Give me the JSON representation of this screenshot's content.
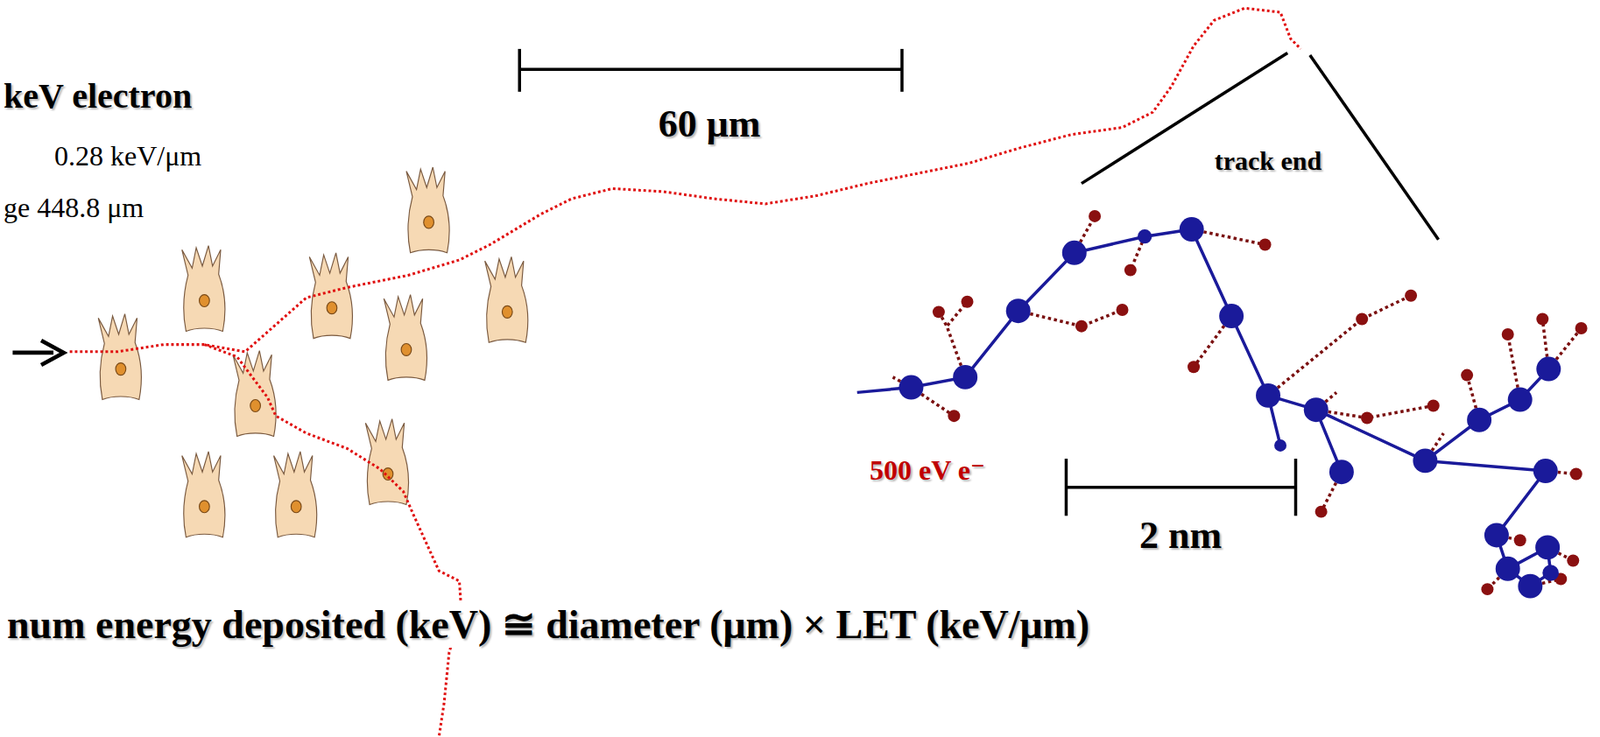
{
  "diagram": {
    "labels": [
      "keV electron",
      "0.28 keV/μm",
      "ge 448.8 μm",
      "60 μm",
      "track end",
      "500 eV e⁻",
      "2 nm",
      "num energy deposited (keV) ≅ diameter (μm) × LET (keV/μm)"
    ]
  }
}
